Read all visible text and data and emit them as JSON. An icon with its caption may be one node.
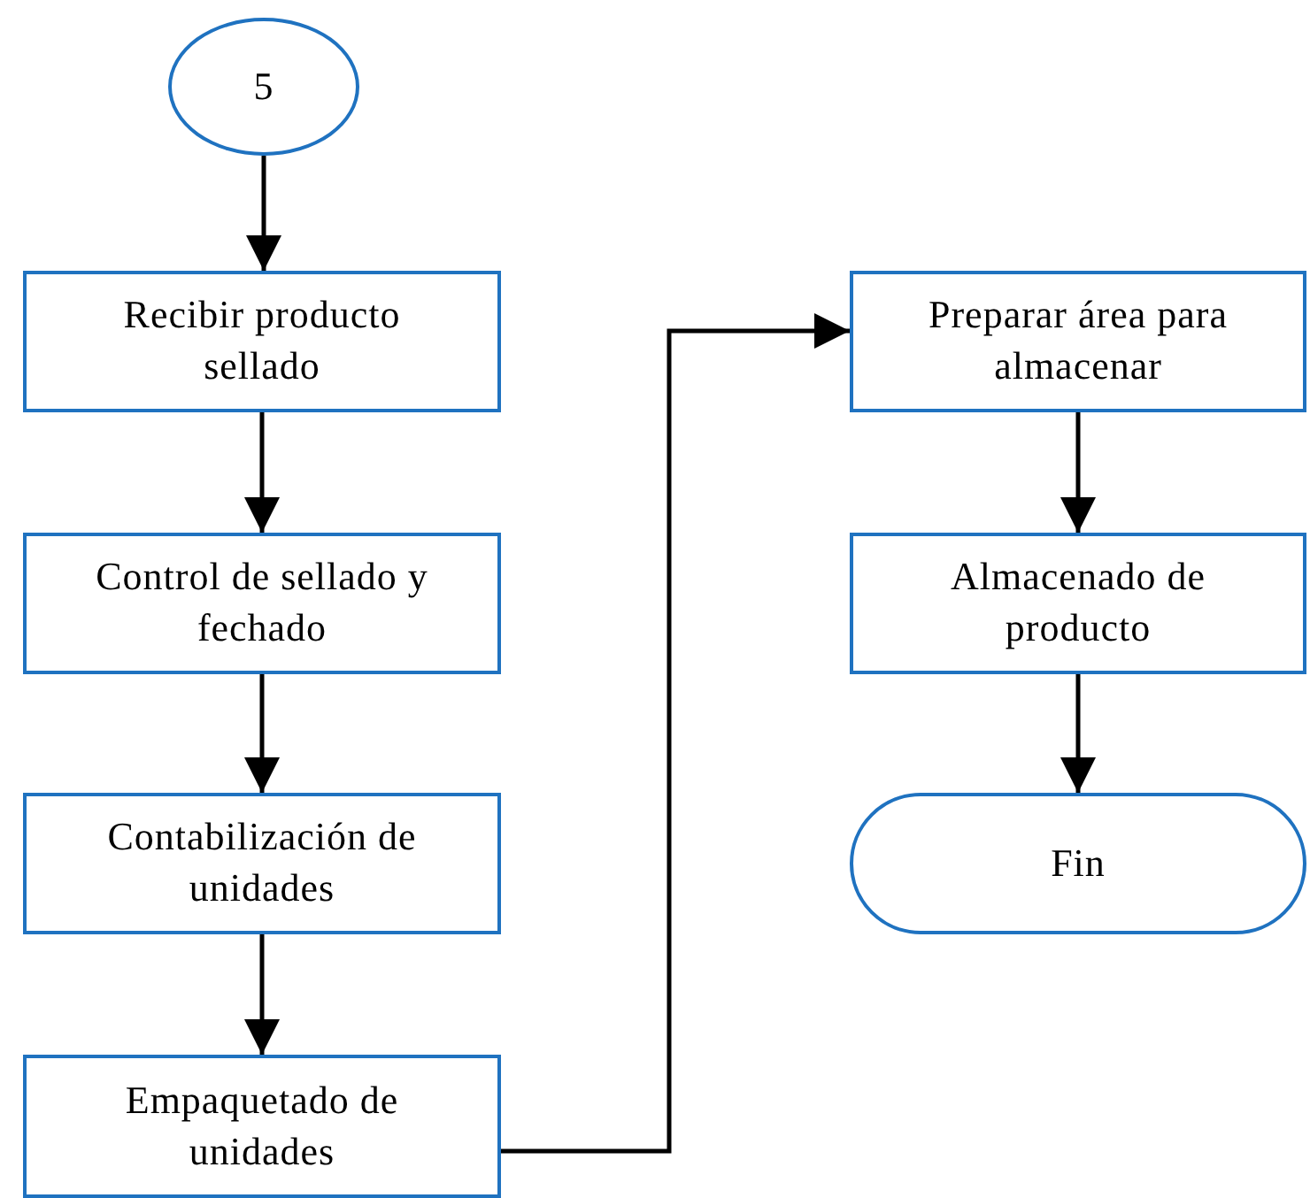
{
  "diagram": {
    "nodes": [
      {
        "text": [
          "5"
        ]
      },
      {
        "text": [
          "Recibir producto sellado"
        ]
      },
      {
        "text": [
          "Control de sellado y fechado"
        ]
      },
      {
        "text": [
          "Contabilización de unidades"
        ]
      },
      {
        "text": [
          "Empaquetado de unidades"
        ]
      },
      {
        "text": [
          "Preparar área para almacenar"
        ]
      },
      {
        "text": [
          "Almacenado de producto"
        ]
      },
      {
        "text": [
          "Fin"
        ]
      }
    ],
    "edges": [
      {
        "from": 0,
        "to": 1,
        "arrow": "to"
      },
      {
        "from": 1,
        "to": 2,
        "arrow": "to"
      },
      {
        "from": 2,
        "to": 3,
        "arrow": "to"
      },
      {
        "from": 3,
        "to": 4,
        "arrow": "to"
      },
      {
        "from": 4,
        "to": 5,
        "arrow": "to"
      },
      {
        "from": 5,
        "to": 6,
        "arrow": "to"
      },
      {
        "from": 6,
        "to": 7,
        "arrow": "to"
      }
    ]
  }
}
